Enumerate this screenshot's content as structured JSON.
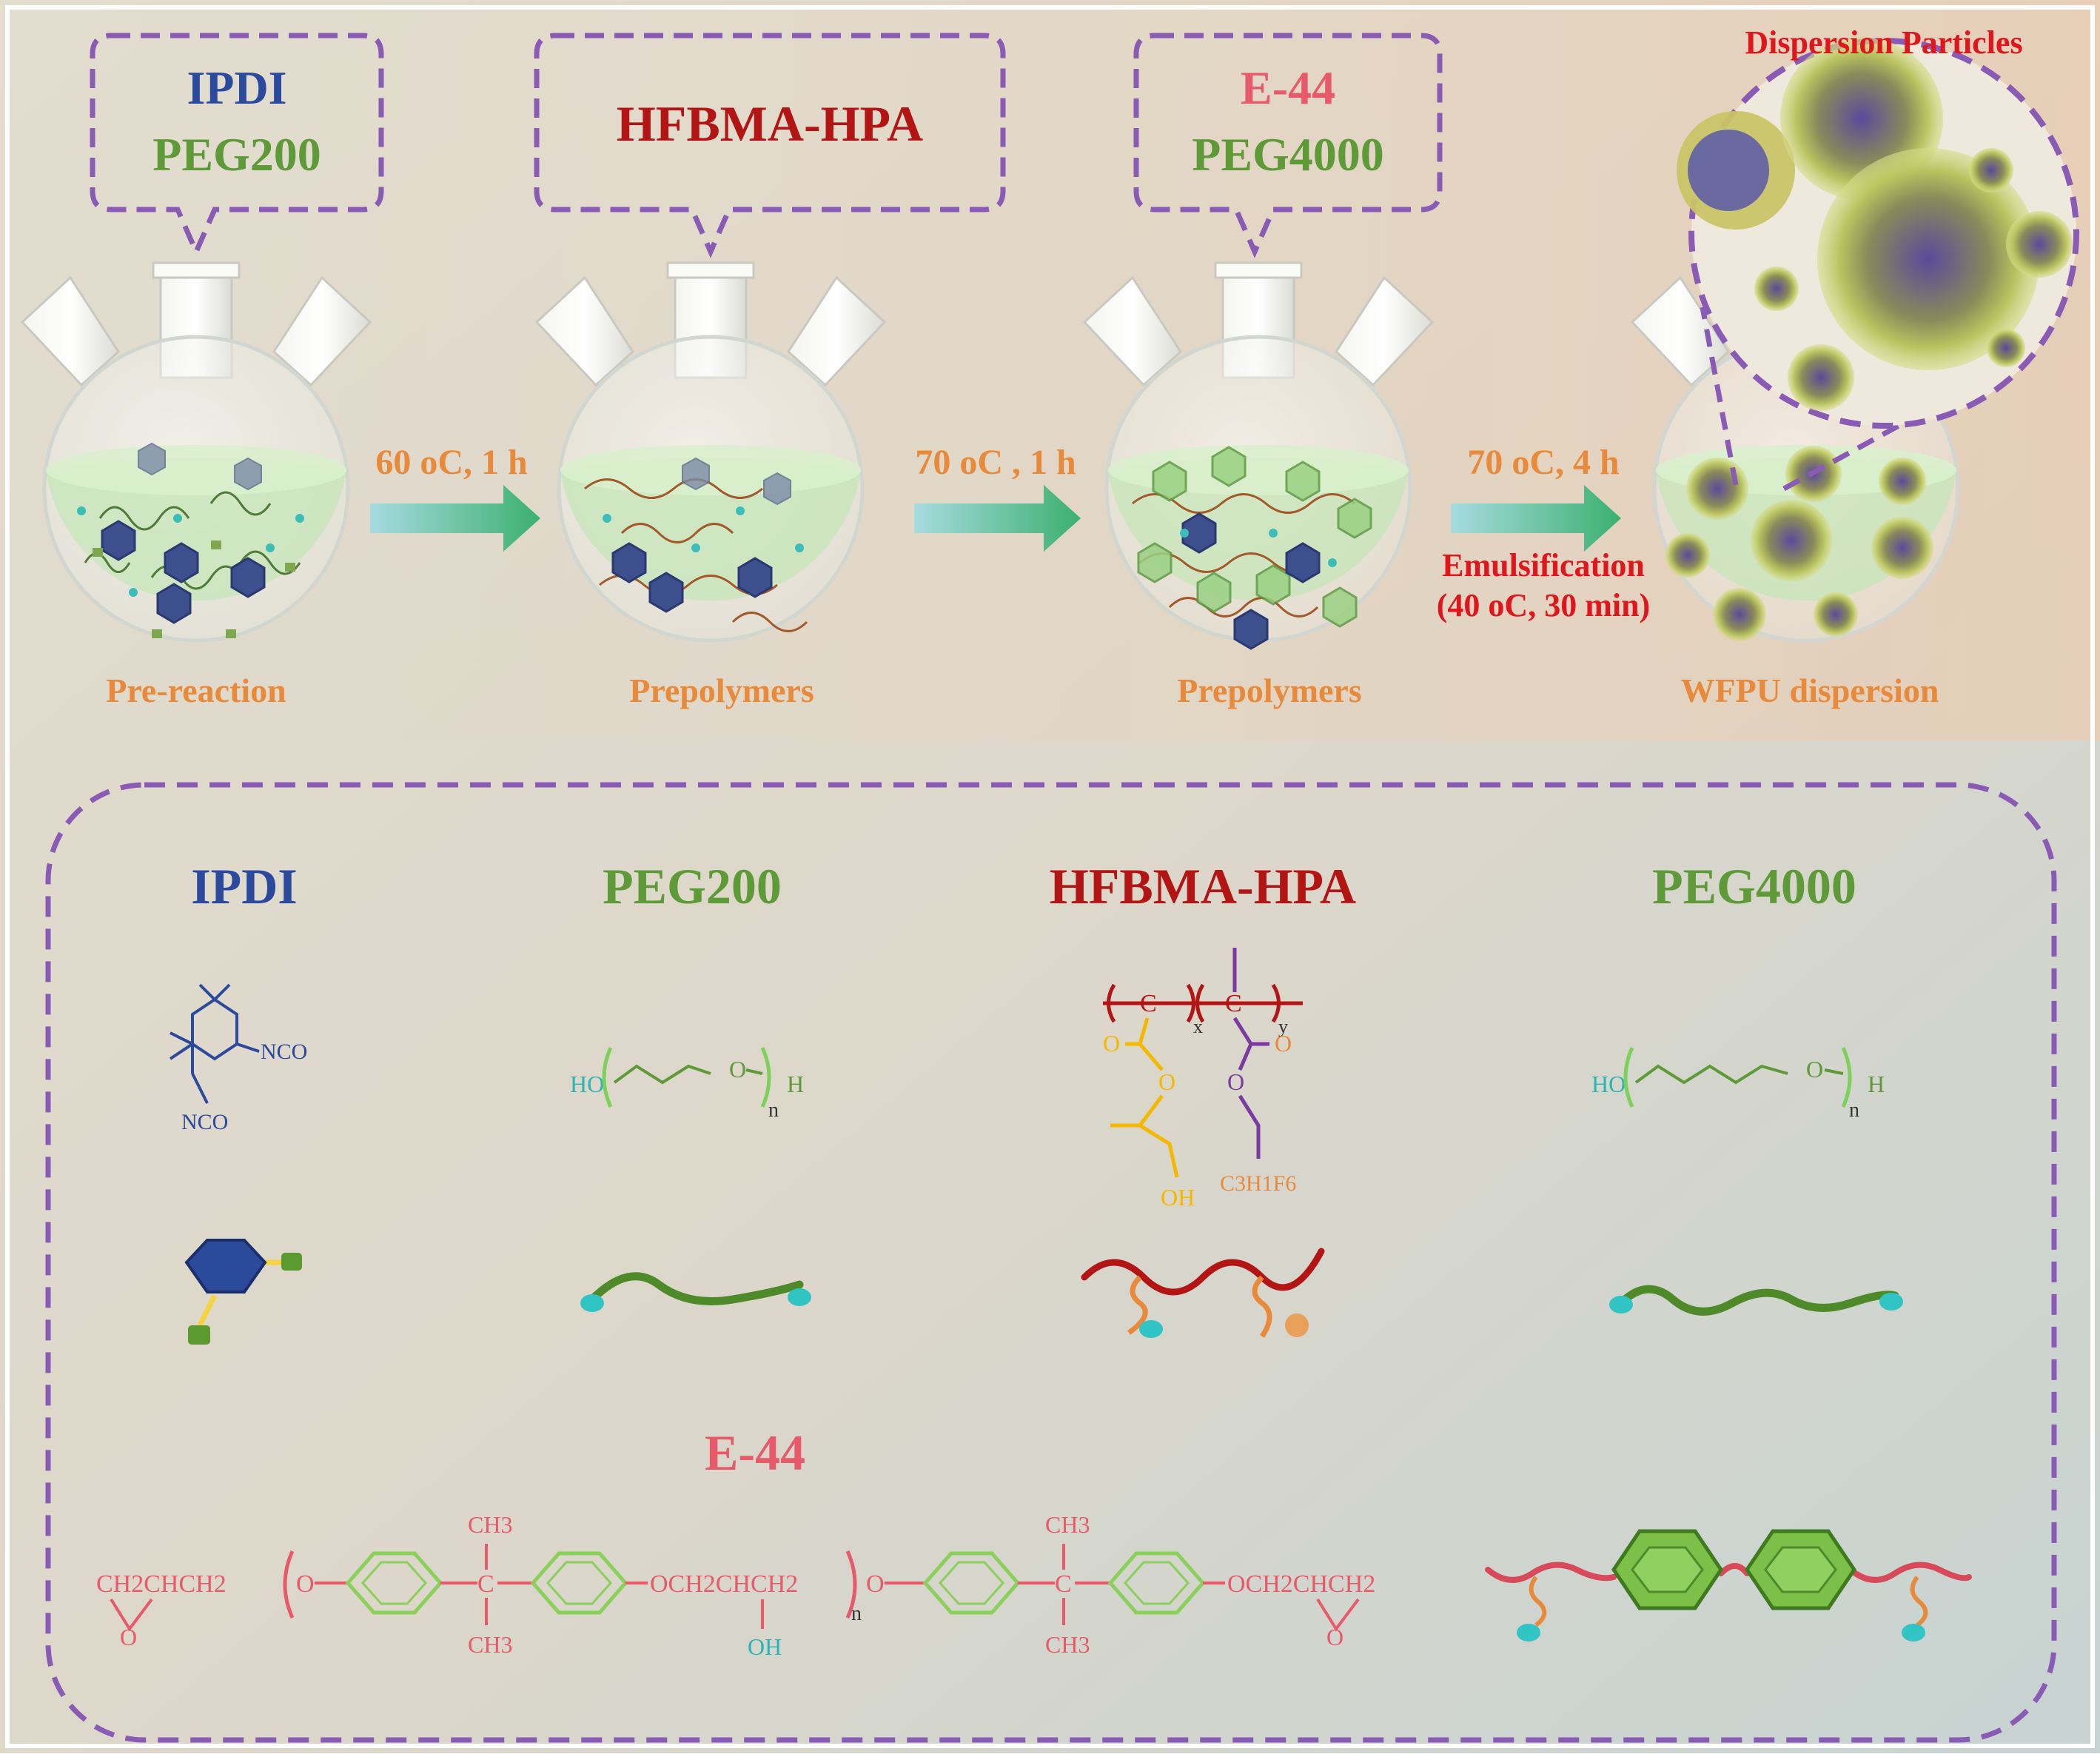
{
  "top": {
    "bubble1": {
      "line1": "IPDI",
      "line2": "PEG200"
    },
    "bubble2": {
      "line1": "HFBMA-HPA"
    },
    "bubble3": {
      "line1": "E-44",
      "line2": "PEG4000"
    },
    "dispersion_title": "Dispersion Particles",
    "arrow1": "60 oC, 1 h",
    "arrow2": "70 oC , 1 h",
    "arrow3": "70 oC, 4 h",
    "emulsification": "Emulsification",
    "emulsification_cond": "(40 oC, 30 min)",
    "flask_labels": [
      "Pre-reaction",
      "Prepolymers",
      "Prepolymers",
      "WFPU dispersion"
    ]
  },
  "legend": {
    "ipdi": {
      "name": "IPDI",
      "nco1": "NCO",
      "nco2": "NCO"
    },
    "peg200": {
      "name": "PEG200",
      "ho": "HO",
      "o": "O",
      "n": "n",
      "h": "H"
    },
    "hfbma": {
      "name": "HFBMA-HPA",
      "c1": "C",
      "c2": "C",
      "x": "x",
      "y": "y",
      "o1": "O",
      "o2": "O",
      "o3": "O",
      "o4": "O",
      "oh": "OH",
      "c3h1f6": "C3H1F6"
    },
    "peg4000": {
      "name": "PEG4000",
      "ho": "HO",
      "o": "O",
      "n": "n",
      "h": "H"
    },
    "e44": {
      "name": "E-44",
      "ch2chch2_left": "CH2CHCH2",
      "o_epoxy_left": "O",
      "o_link": "O",
      "ch3_1": "CH3",
      "ch3_2": "CH3",
      "och2chch2": "OCH2CHCH2",
      "oh": "OH",
      "n": "n",
      "o_link2": "O",
      "ch3_3": "CH3",
      "ch3_4": "CH3",
      "och2chch2_right": "OCH2CHCH2",
      "o_epoxy_right": "O",
      "c1": "C",
      "c2": "C"
    }
  },
  "colors": {
    "blue": "#2b4a9e",
    "green": "#5e9a38",
    "darkred": "#b31515",
    "pink": "#e85a6a",
    "orange": "#e98a3a",
    "red": "#e0161c",
    "purple": "#8a5bb5",
    "teal": "#2ab5b5",
    "yellow": "#f5b800"
  }
}
